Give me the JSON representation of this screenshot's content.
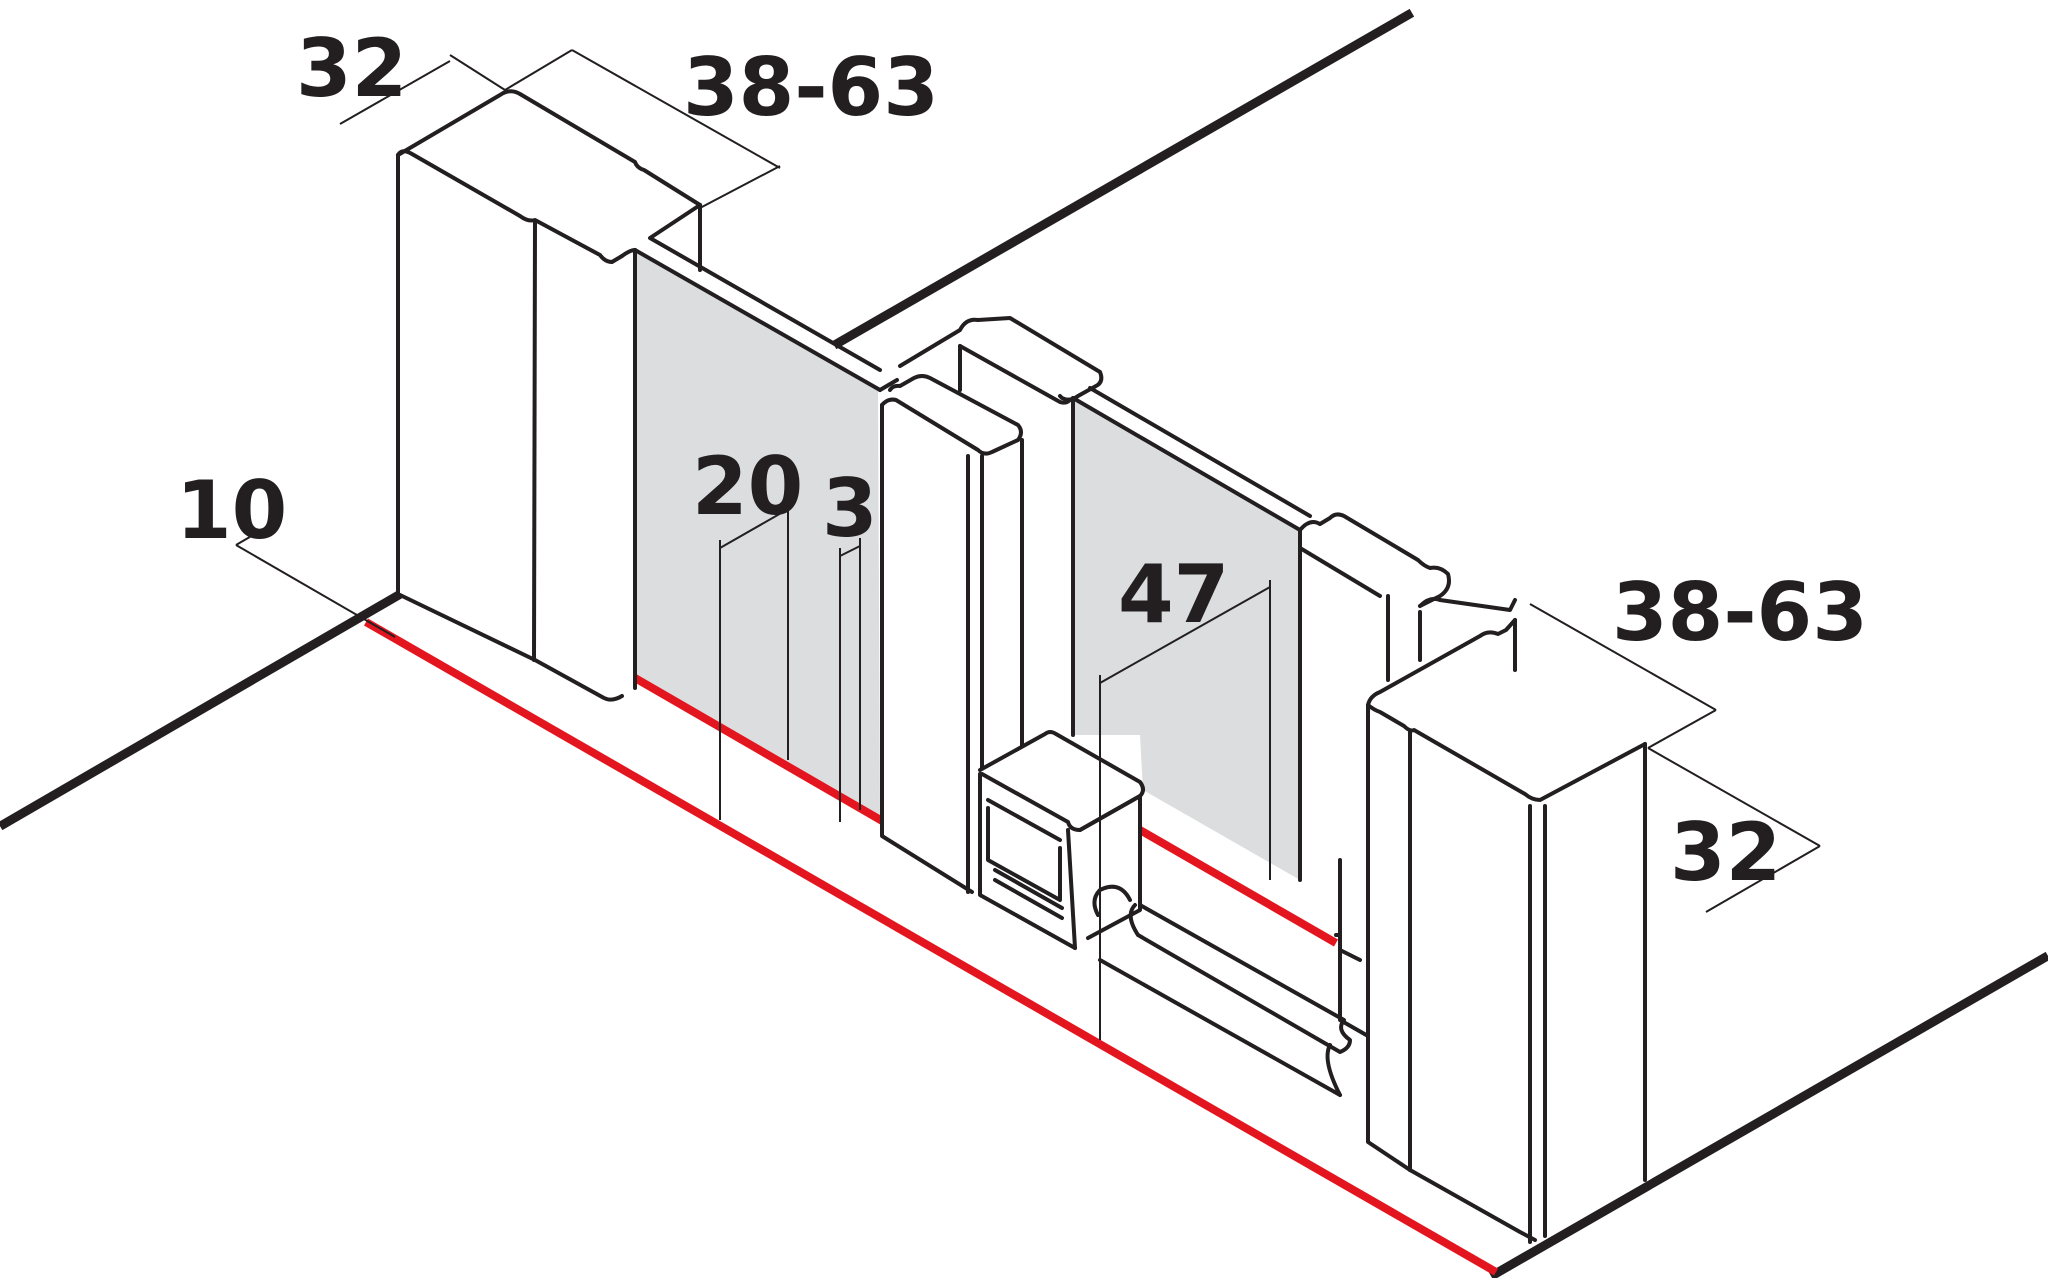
{
  "dimensions": {
    "top_left_width": "32",
    "top_left_depth": "38-63",
    "left_offset": "10",
    "gap_20": "20",
    "gap_3": "3",
    "center_47": "47",
    "right_depth": "38-63",
    "right_width": "32"
  },
  "colors": {
    "line": "#231f20",
    "floor_marking": "#e3161f",
    "glass_panel": "#dcdddf",
    "background": "#ffffff"
  }
}
